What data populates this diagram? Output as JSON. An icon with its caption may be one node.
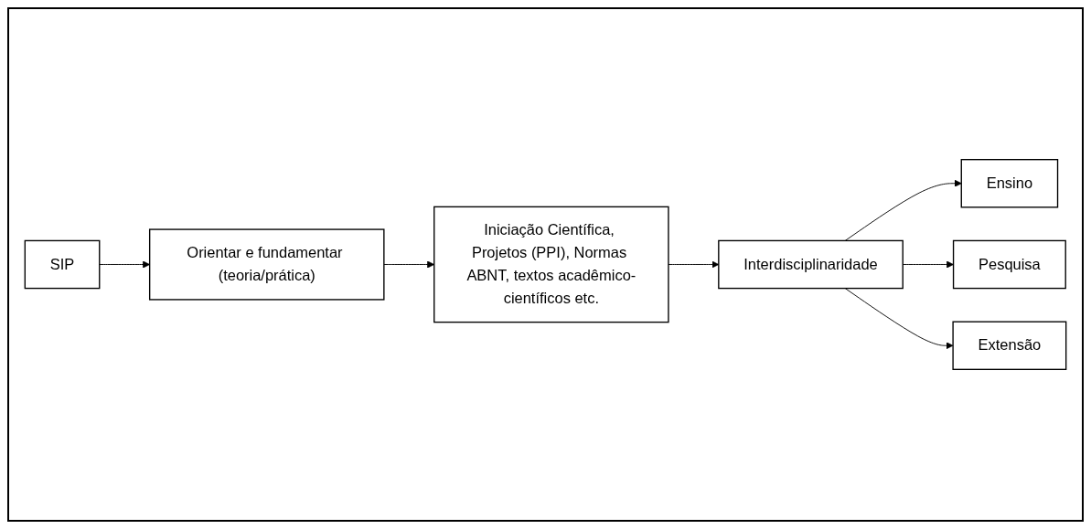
{
  "diagram": {
    "nodes": [
      {
        "text": [
          "SIP"
        ]
      },
      {
        "text": [
          "Orientar e fundamentar (teoria/prática)"
        ]
      },
      {
        "text": [
          "Iniciação Científica, Projetos (PPI), Normas ABNT, textos acadêmico-científicos etc."
        ]
      },
      {
        "text": [
          "Interdisciplinaridade"
        ]
      },
      {
        "text": [
          "Ensino"
        ]
      },
      {
        "text": [
          "Pesquisa"
        ]
      },
      {
        "text": [
          "Extensão"
        ]
      }
    ],
    "edges": [
      {
        "from": 0,
        "to": 1,
        "arrow": "to"
      },
      {
        "from": 1,
        "to": 2,
        "arrow": "to"
      },
      {
        "from": 2,
        "to": 3,
        "arrow": "to"
      },
      {
        "from": 3,
        "to": 4,
        "arrow": "to"
      },
      {
        "from": 3,
        "to": 5,
        "arrow": "to"
      },
      {
        "from": 3,
        "to": 6,
        "arrow": "to"
      }
    ]
  }
}
